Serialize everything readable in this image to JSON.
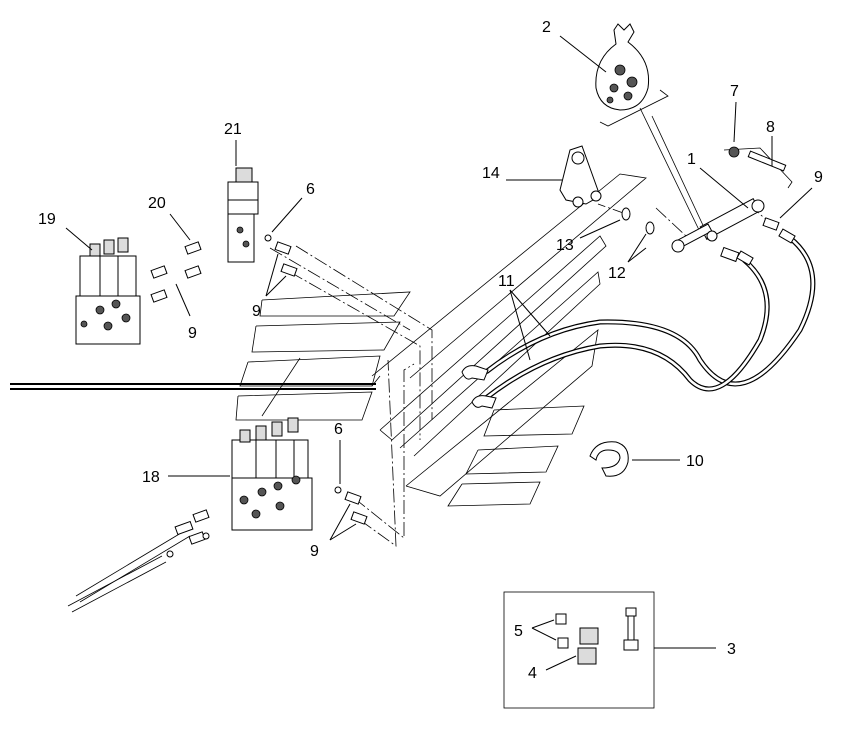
{
  "diagram": {
    "callouts": {
      "c1": "1",
      "c2": "2",
      "c3": "3",
      "c4": "4",
      "c5": "5",
      "c6a": "6",
      "c6b": "6",
      "c7": "7",
      "c8": "8",
      "c9a": "9",
      "c9b": "9",
      "c9c": "9",
      "c9d": "9",
      "c10": "10",
      "c11": "11",
      "c12": "12",
      "c13": "13",
      "c14": "14",
      "c18": "18",
      "c19": "19",
      "c20": "20",
      "c21": "21"
    }
  }
}
